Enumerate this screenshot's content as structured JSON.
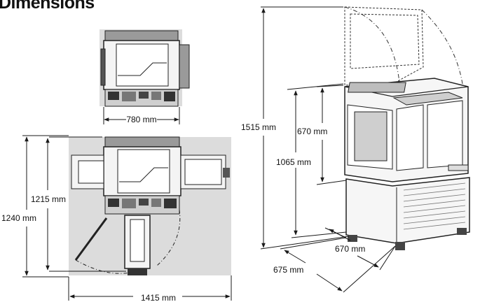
{
  "title": "Dimensions",
  "labels": {
    "top_width": "780 mm",
    "plan_depth_inner": "1215 mm",
    "plan_depth_outer": "1240 mm",
    "plan_width": "1415 mm",
    "total_height": "1515 mm",
    "height_base": "1065 mm",
    "height_upper": "670 mm",
    "side_depth": "670 mm",
    "side_width": "675 mm"
  },
  "colors": {
    "shade": "#dcdcdc",
    "line": "#1a1a1a",
    "device_gray": "#bdbdbd",
    "device_dark": "#3a3a3a"
  }
}
